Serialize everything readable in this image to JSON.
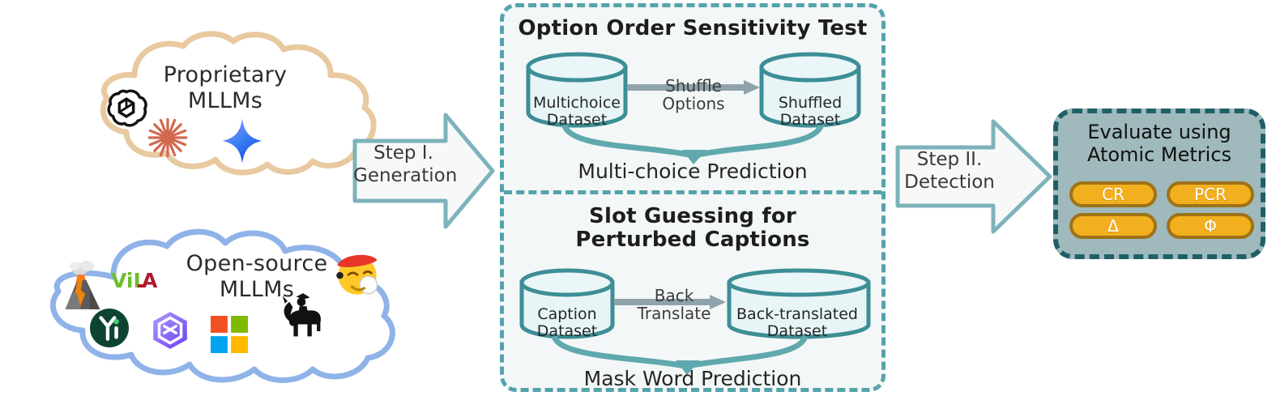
{
  "figure": {
    "type": "pipeline-diagram",
    "title": "MLLM hallucination evaluation pipeline"
  },
  "clouds": [
    {
      "id": "proprietary",
      "label": "Proprietary\nMLLMs",
      "outline_color": "#e8c9a0",
      "icons": [
        {
          "name": "openai-logo-icon",
          "label": "OpenAI"
        },
        {
          "name": "claude-starburst-icon",
          "label": "Claude",
          "color": "#d2694f"
        },
        {
          "name": "gemini-sparkle-icon",
          "label": "Gemini",
          "color": "#3b82f6"
        }
      ]
    },
    {
      "id": "open-source",
      "label": "Open-source\nMLLMs",
      "outline_color": "#8fb3e8",
      "icons": [
        {
          "name": "volcano-llava-icon",
          "label": "LLaVA"
        },
        {
          "name": "vila-logo-icon",
          "label": "ViLA"
        },
        {
          "name": "yi-logo-icon",
          "label": "Yi"
        },
        {
          "name": "internvl-logo-icon",
          "label": "InternVL"
        },
        {
          "name": "microsoft-logo-icon",
          "label": "Microsoft"
        },
        {
          "name": "qwen-face-icon",
          "label": "Qwen"
        },
        {
          "name": "mplug-owl-llama-icon",
          "label": "mPLUG-Owl"
        }
      ]
    }
  ],
  "steps": [
    {
      "id": "step-1",
      "label": "Step I.\nGeneration"
    },
    {
      "id": "step-2",
      "label": "Step II.\nDetection"
    }
  ],
  "center_panel": {
    "border_color": "#54a3ab",
    "background": "#f4f7f7",
    "sections": [
      {
        "id": "option-order-sensitivity-test",
        "title": "Option Order Sensitivity Test",
        "source": "Multichoice\nDataset",
        "transform": "Shuffle\nOptions",
        "target": "Shuffled\nDataset",
        "outcome": "Multi-choice Prediction"
      },
      {
        "id": "slot-guessing-for-perturbed-captions",
        "title": "Slot Guessing for\nPerturbed Captions",
        "source": "Caption\nDataset",
        "transform": "Back\nTranslate",
        "target": "Back-translated\nDataset",
        "outcome": "Mask Word Prediction"
      }
    ]
  },
  "right_panel": {
    "title": "Evaluate using\nAtomic Metrics",
    "background": "#9fb9bc",
    "border_color": "#1f6068",
    "pill_fill": "#f2b01e",
    "pill_border": "#9e7218",
    "metrics": [
      {
        "name": "metric-cr",
        "label": "CR"
      },
      {
        "name": "metric-pcr",
        "label": "PCR"
      },
      {
        "name": "metric-delta",
        "label": "Δ"
      },
      {
        "name": "metric-phi",
        "label": "Φ"
      }
    ]
  }
}
